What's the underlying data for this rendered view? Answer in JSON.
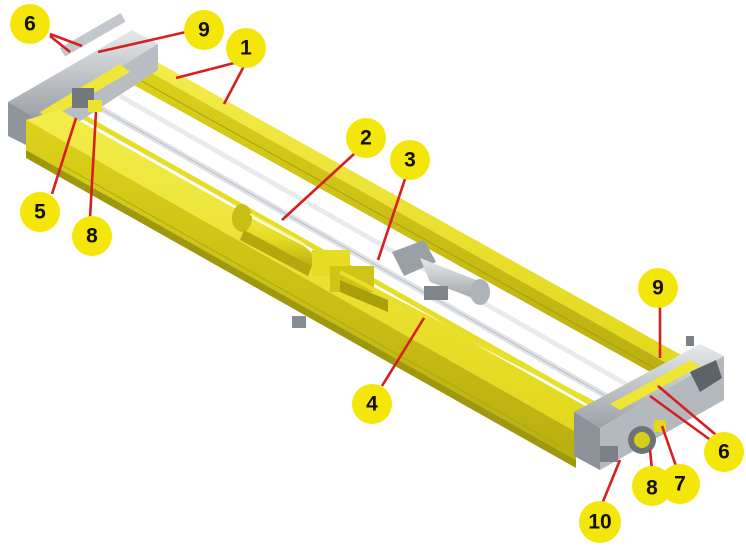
{
  "diagram": {
    "subject": "double girder overhead crane",
    "colors": {
      "girder": "#ece32a",
      "girder_shadow": "#c9bf12",
      "girder_dark": "#a79f0d",
      "machinery": "#cfd2d6",
      "machinery_dark": "#8b9096",
      "callout_fill": "#f5e60a",
      "arrow": "#d61f1f"
    },
    "callouts": [
      {
        "id": "c6a",
        "label": "6"
      },
      {
        "id": "c9a",
        "label": "9"
      },
      {
        "id": "c1",
        "label": "1"
      },
      {
        "id": "c2",
        "label": "2"
      },
      {
        "id": "c3",
        "label": "3"
      },
      {
        "id": "c5",
        "label": "5"
      },
      {
        "id": "c8a",
        "label": "8"
      },
      {
        "id": "c4",
        "label": "4"
      },
      {
        "id": "c9b",
        "label": "9"
      },
      {
        "id": "c6b",
        "label": "6"
      },
      {
        "id": "c7",
        "label": "7"
      },
      {
        "id": "c8b",
        "label": "8"
      },
      {
        "id": "c10",
        "label": "10"
      }
    ]
  }
}
